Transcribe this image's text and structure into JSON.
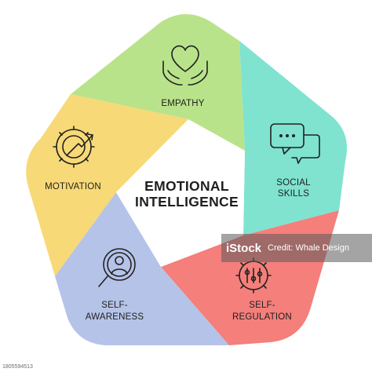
{
  "center": {
    "line1": "EMOTIONAL",
    "line2": "INTELLIGENCE"
  },
  "segments": [
    {
      "key": "empathy",
      "label_lines": [
        "EMPATHY"
      ],
      "color": "#b9e38a",
      "icon": "heart-in-hands-icon"
    },
    {
      "key": "social-skills",
      "label_lines": [
        "SOCIAL",
        "SKILLS"
      ],
      "color": "#7fe3cf",
      "icon": "chat-bubbles-icon"
    },
    {
      "key": "self-regulation",
      "label_lines": [
        "SELF-",
        "REGULATION"
      ],
      "color": "#f47f7b",
      "icon": "gear-sliders-icon"
    },
    {
      "key": "self-awareness",
      "label_lines": [
        "SELF-",
        "AWARENESS"
      ],
      "color": "#b5c3e8",
      "icon": "magnifier-person-icon"
    },
    {
      "key": "motivation",
      "label_lines": [
        "MOTIVATION"
      ],
      "color": "#f7d977",
      "icon": "gear-arrow-icon"
    }
  ],
  "watermark": {
    "logo": "iStock",
    "credit": "Credit: Whale Design"
  },
  "stock_id": "1805594513"
}
